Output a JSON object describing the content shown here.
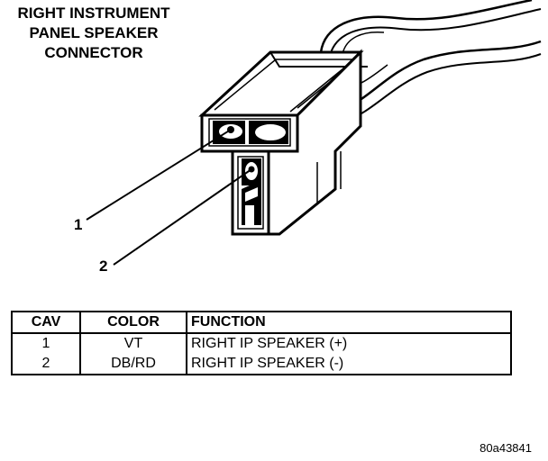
{
  "title": {
    "line1": "RIGHT INSTRUMENT",
    "line2": "PANEL SPEAKER",
    "line3": "CONNECTOR"
  },
  "callouts": [
    "1",
    "2"
  ],
  "table": {
    "headers": [
      "CAV",
      "COLOR",
      "FUNCTION"
    ],
    "rows": [
      [
        "1",
        "VT",
        "RIGHT IP SPEAKER (+)"
      ],
      [
        "2",
        "DB/RD",
        "RIGHT IP SPEAKER (-)"
      ]
    ]
  },
  "figure_code": "80a43841"
}
